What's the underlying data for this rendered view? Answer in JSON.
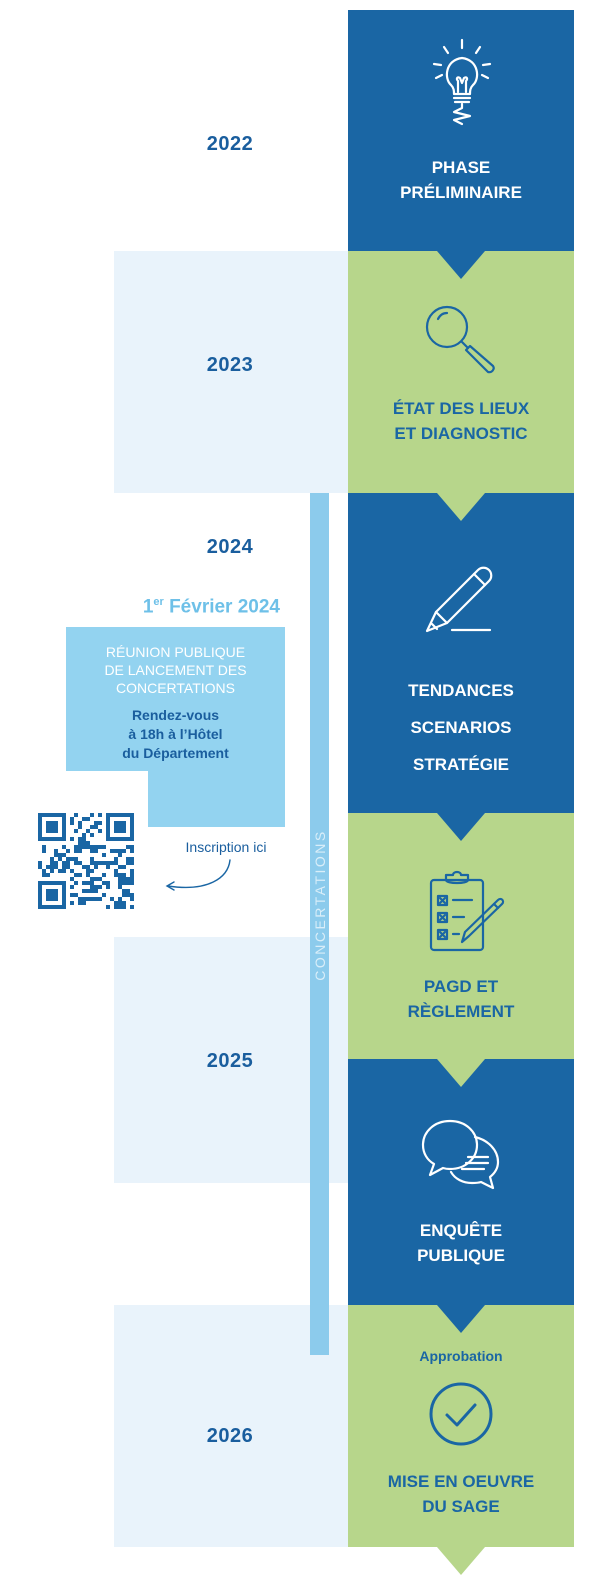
{
  "colors": {
    "dark_blue": "#1a66a4",
    "green": "#b7d68b",
    "light_band": "#e9f3fb",
    "concertation_bar": "#8ccbec",
    "event_box": "#93d3f0"
  },
  "years": {
    "y2022": "2022",
    "y2023": "2023",
    "y2024": "2024",
    "y2025": "2025",
    "y2026": "2026"
  },
  "phases": {
    "preliminaire": {
      "line1": "PHASE",
      "line2": "PRÉLIMINAIRE",
      "icon": "lightbulb-icon"
    },
    "etat_des_lieux": {
      "line1": "ÉTAT DES LIEUX",
      "line2": "ET DIAGNOSTIC",
      "icon": "magnifier-icon"
    },
    "tendances": {
      "line1": "TENDANCES",
      "line2": "SCENARIOS",
      "line3": "STRATÉGIE",
      "icon": "pencil-icon"
    },
    "pagd": {
      "line1": "PAGD ET",
      "line2": "RÈGLEMENT",
      "icon": "checklist-icon"
    },
    "enquete": {
      "line1": "ENQUÊTE",
      "line2": "PUBLIQUE",
      "icon": "speech-bubbles-icon"
    },
    "mise_en_oeuvre": {
      "line1": "MISE EN OEUVRE",
      "line2": "DU SAGE",
      "icon": "check-circle-icon"
    }
  },
  "concertations_label": "CONCERTATIONS",
  "event": {
    "date_day": "1",
    "date_sup": "er",
    "date_rest": " Février 2024",
    "title_line1": "RÉUNION PUBLIQUE",
    "title_line2": "DE LANCEMENT DES",
    "title_line3": "CONCERTATIONS",
    "desc_line1": "Rendez-vous",
    "desc_line2": "à 18h à l’Hôtel",
    "desc_line3": "du Département",
    "inscription": "Inscription ici",
    "qr_icon": "qr-code-icon"
  },
  "approbation": "Approbation"
}
